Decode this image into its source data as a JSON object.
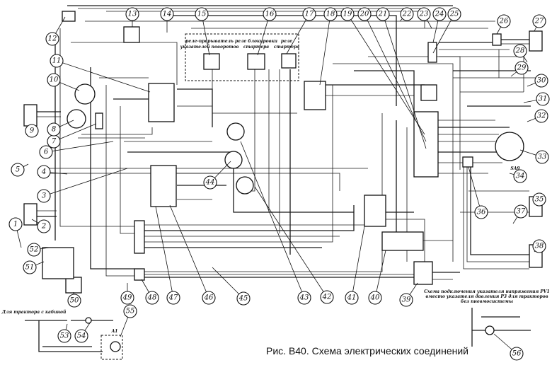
{
  "caption": "Рис. В40.  Схема электрических соединений",
  "relay_labels": {
    "turn_relay": [
      "реле-прерыватель",
      "указателей поворотов"
    ],
    "starter_lock_relay": [
      "реле блокировки",
      "стартера"
    ],
    "starter_relay": [
      "реле",
      "стартера"
    ]
  },
  "cab_note": "Для трактора с кабиной",
  "inset_note": [
    "Схема подключения указателя напряжения PV1",
    "вместо указателя давления P3 для тракторов",
    "без пневмосистемы"
  ],
  "component_labels": {
    "switch": "SA9",
    "wiper": "A1"
  },
  "callouts": [
    "1",
    "2",
    "3",
    "4",
    "5",
    "6",
    "7",
    "8",
    "9",
    "10",
    "11",
    "12",
    "13",
    "14",
    "15",
    "16",
    "17",
    "18",
    "19",
    "20",
    "21",
    "22",
    "23",
    "24",
    "25",
    "26",
    "27",
    "28",
    "29",
    "30",
    "31",
    "32",
    "33",
    "34",
    "35",
    "36",
    "37",
    "38",
    "39",
    "40",
    "41",
    "42",
    "43",
    "44",
    "45",
    "46",
    "47",
    "48",
    "49",
    "50",
    "51",
    "52",
    "53",
    "54",
    "55",
    "56"
  ]
}
